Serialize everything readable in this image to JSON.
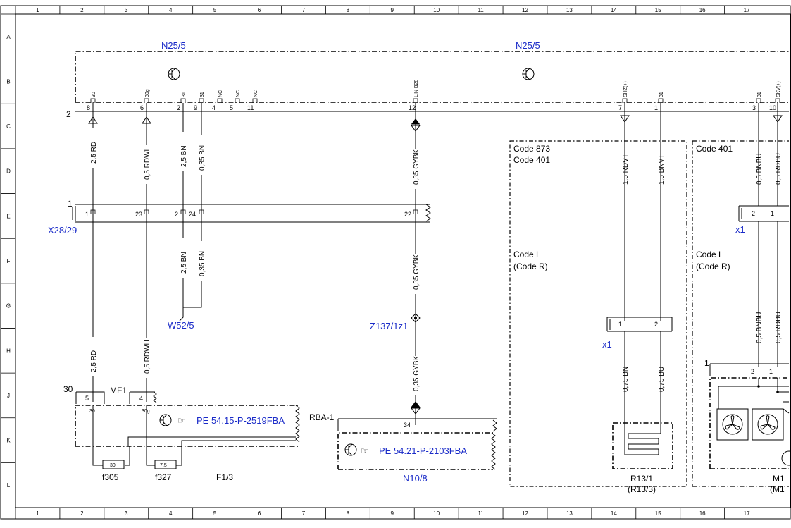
{
  "border": {
    "columns": [
      "1",
      "2",
      "3",
      "4",
      "5",
      "6",
      "7",
      "8",
      "9",
      "10",
      "11",
      "12",
      "13",
      "14",
      "15",
      "16",
      "17"
    ],
    "rows": [
      "A",
      "B",
      "C",
      "D",
      "E",
      "F",
      "G",
      "H",
      "J",
      "K",
      "L"
    ]
  },
  "components": {
    "n25_left": "N25/5",
    "n25_right": "N25/5",
    "x28": "X28/29",
    "w52": "W52/5",
    "z137": "Z137/1z1",
    "n10": "N10/8",
    "r13": "R13/1",
    "r13_alt": "(R13/3)",
    "x1_mid": "x1",
    "x1_right": "x1",
    "m1": "M1",
    "m1_alt": "(M1",
    "rba": "RBA-1",
    "mf1": "MF1",
    "f305": "f305",
    "f327": "f327",
    "f13": "F1/3",
    "mf1_num": "30"
  },
  "refs": {
    "pe1": "PE 54.15-P-2519FBA",
    "pe2": "PE 54.21-P-2103FBA"
  },
  "codes": {
    "c873": "Code 873",
    "c401a": "Code 401",
    "c401b": "Code 401",
    "codeL1": "Code L",
    "codeR1": "(Code R)",
    "codeL2": "Code L",
    "codeR2": "(Code R)"
  },
  "wires": {
    "w1_top": "2,5 RD",
    "w2_top": "0,5 RDWH",
    "w3_top": "2,5 BN",
    "w4_top": "0,35 BN",
    "w5_top": "0,35 GYBK",
    "w3_mid": "2,5 BN",
    "w4_mid": "0,35 BN",
    "w5_mid": "0,35 GYBK",
    "w1_bot": "2,5 RD",
    "w2_bot": "0,5 RDWH",
    "w5_bot": "0,35 GYBK",
    "w6": "1,5 RDVT",
    "w7": "1,5 BNVT",
    "w6_bot": "0,75 BN",
    "w7_bot": "0,75 BU",
    "w8": "0,5 BNBU",
    "w9": "0,5 RDBU",
    "w8_bot": "0,5 BNBU",
    "w9_bot": "0,5 RDBU"
  },
  "pins": {
    "n25": [
      "30",
      "30g",
      "31",
      "31",
      "NC",
      "NC",
      "NC",
      "LIN B28",
      "SHZ(+)",
      "31",
      "31",
      "SKV(+)"
    ],
    "n25_nums": [
      "8",
      "6",
      "2",
      "9",
      "4",
      "5",
      "11",
      "12",
      "7",
      "1",
      "3",
      "10"
    ],
    "x28": [
      "1",
      "23",
      "2",
      "24",
      "22"
    ],
    "x1mid": [
      "1",
      "2"
    ],
    "x1right": [
      "2",
      "1"
    ],
    "m1": [
      "2",
      "1"
    ],
    "f_top": [
      "5",
      "4"
    ],
    "f_pin": [
      "30",
      "30g"
    ],
    "rba": "34",
    "fuse305": "30",
    "fuse327": "7,5",
    "bus2": "2",
    "bus1": "1",
    "mbox": "1"
  }
}
